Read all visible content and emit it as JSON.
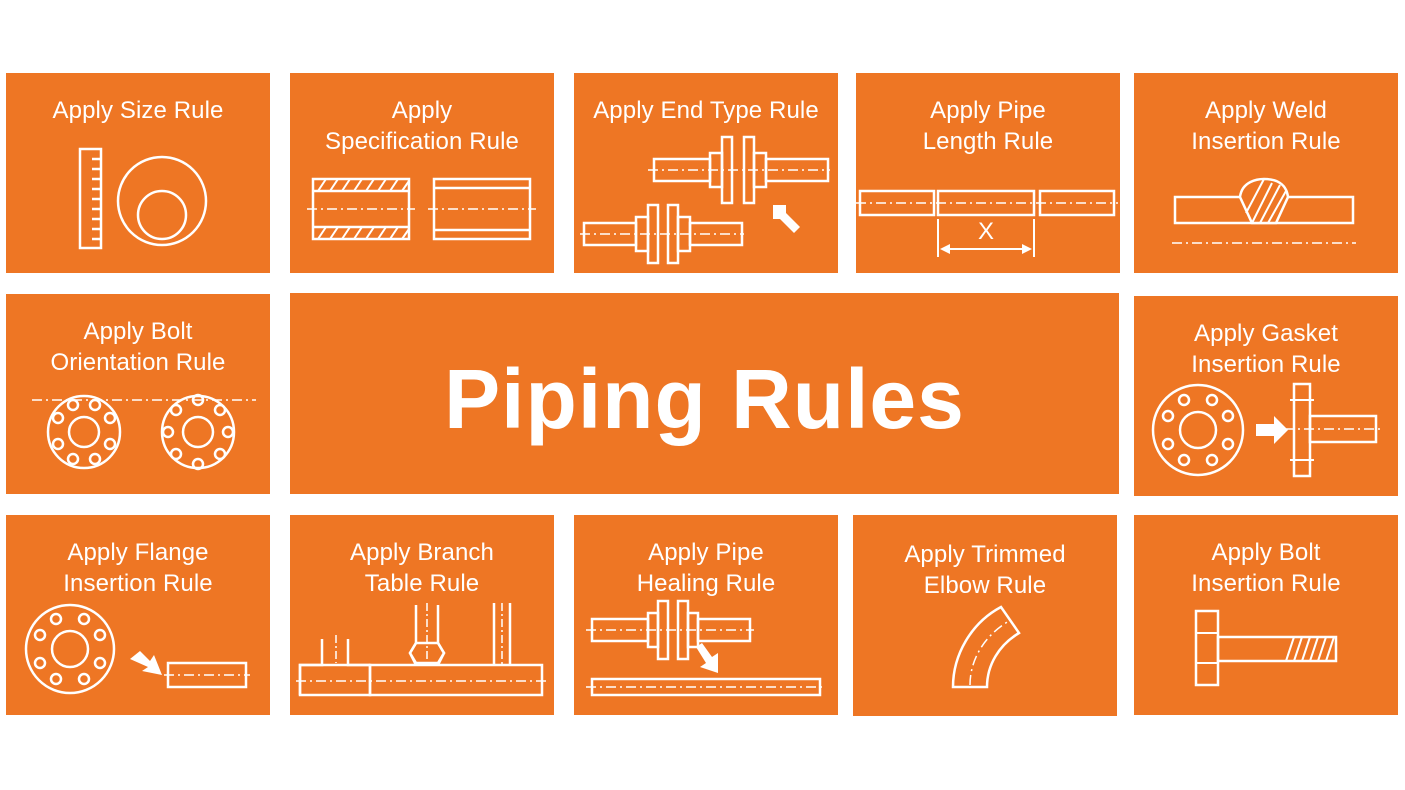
{
  "title": "Piping Rules",
  "tiles": {
    "size": "Apply Size Rule",
    "specification": "Apply\nSpecification Rule",
    "end_type": "Apply End Type Rule",
    "pipe_length": "Apply Pipe\nLength Rule",
    "weld_insertion": "Apply Weld\nInsertion Rule",
    "bolt_orientation": "Apply Bolt\nOrientation Rule",
    "gasket_insertion": "Apply Gasket\nInsertion Rule",
    "flange_insertion": "Apply Flange\nInsertion Rule",
    "branch_table": "Apply Branch\nTable Rule",
    "pipe_healing": "Apply Pipe\nHealing Rule",
    "trimmed_elbow": "Apply Trimmed\nElbow Rule",
    "bolt_insertion": "Apply Bolt\nInsertion Rule"
  },
  "dimension_label": "X",
  "colors": {
    "tile": "#ee7624",
    "line": "#ffffff",
    "background": "#ffffff"
  }
}
